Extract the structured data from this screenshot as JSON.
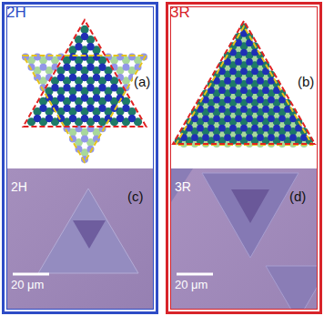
{
  "diagram": {
    "nodes": [
      {
        "text": [
          "2H",
          "(a)"
        ]
      },
      {
        "text": [
          "2H",
          "(c)",
          "20 μm"
        ],
        "in": 0
      },
      {
        "text": [
          "3R",
          "(b)"
        ]
      },
      {
        "text": [
          "3R",
          "(d)",
          "20 μm"
        ],
        "in": 2
      }
    ]
  }
}
